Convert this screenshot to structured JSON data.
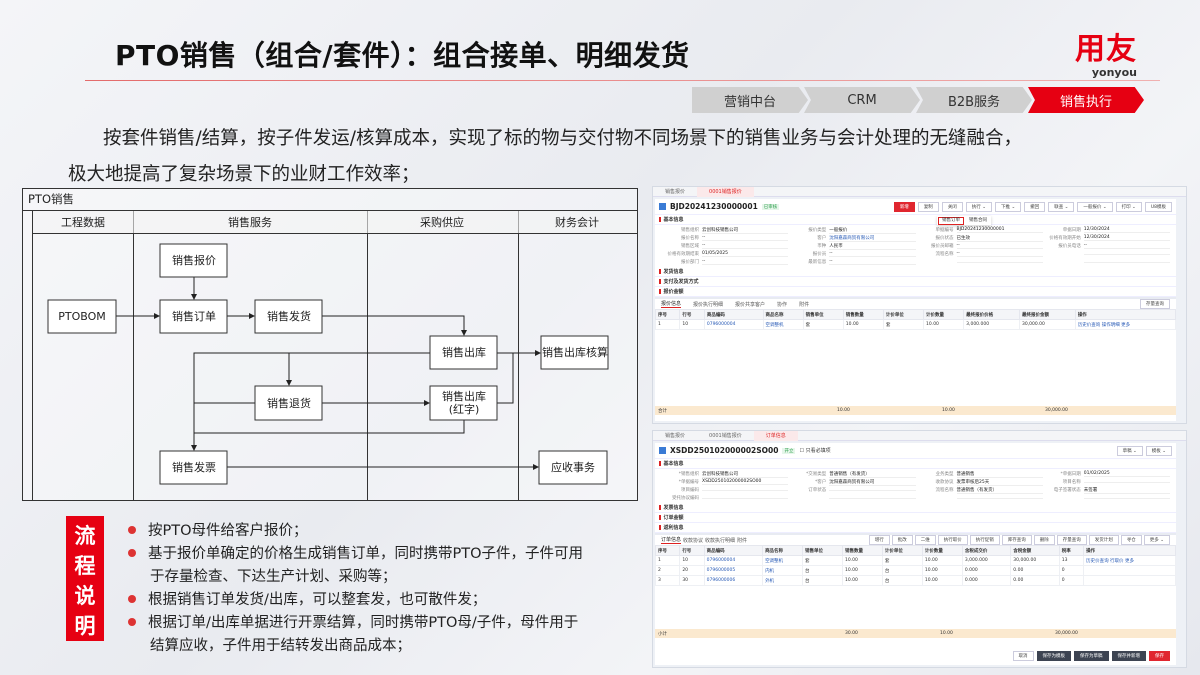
{
  "title": "PTO销售（组合/套件）：组合接单、明细发货",
  "logo": {
    "cn": "用友",
    "en": "yonyou"
  },
  "nav_tabs": [
    {
      "label": "营销中台",
      "active": false
    },
    {
      "label": "CRM",
      "active": false
    },
    {
      "label": "B2B服务",
      "active": false
    },
    {
      "label": "销售执行",
      "active": true
    }
  ],
  "intro": [
    "按套件销售/结算，按子件发运/核算成本，实现了标的物与交付物不同场景下的销售业务与会计处理的无缝融合，",
    "极大地提高了复杂场景下的业财工作效率；"
  ],
  "flow": {
    "title": "PTO销售",
    "lanes": [
      "工程数据",
      "销售服务",
      "采购供应",
      "财务会计"
    ],
    "nodes": {
      "ptobom": "PTOBOM",
      "quote": "销售报价",
      "order": "销售订单",
      "ship": "销售发货",
      "out": "销售出库",
      "out_cost": "销售出库核算",
      "ret": "销售退货",
      "out_red_1": "销售出库",
      "out_red_2": "(红字)",
      "invoice": "销售发票",
      "ar": "应收事务"
    }
  },
  "process": {
    "label": [
      "流",
      "程",
      "说",
      "明"
    ],
    "bullets": [
      [
        "按PTO母件给客户报价；"
      ],
      [
        "基于报价单确定的价格生成销售订单，同时携带PTO子件，子件可用",
        "于存量检查、下达生产计划、采购等；"
      ],
      [
        "根据销售订单发货/出库，可以整套发，也可散件发；"
      ],
      [
        "根据订单/出库单据进行开票结算，同时携带PTO母/子件，母件用于",
        "结算应收，子件用于结转发出商品成本；"
      ]
    ]
  },
  "quote_screen": {
    "tabs": [
      {
        "label": "销售报价",
        "active": false
      },
      {
        "label": "0001销售报价",
        "active": true
      }
    ],
    "doc_no": "BJD20241230000001",
    "status": "已审核",
    "buttons": [
      "新增",
      "复制",
      "关闭",
      "执行 ⌄",
      "下推 ⌄",
      "撤回",
      "联查 ⌄",
      "一般报价 ⌄",
      "打印 ⌄",
      "U8模板"
    ],
    "push_menu": [
      "销售订单",
      "销售合同"
    ],
    "section_basic": "基本信息",
    "fields": [
      {
        "k": "销售组织",
        "v": "云创科技销售公司"
      },
      {
        "k": "报价类型",
        "v": "一般报价"
      },
      {
        "k": "单据编号",
        "v": "BJD20241230000001"
      },
      {
        "k": "单据日期",
        "v": "12/30/2024"
      },
      {
        "k": "报价名称",
        "v": "--"
      },
      {
        "k": "客户",
        "v": "沈阳嘉森商贸有限公司",
        "link": true
      },
      {
        "k": "报价状态",
        "v": "已生效"
      },
      {
        "k": "价格有效期开始",
        "v": "12/30/2024"
      },
      {
        "k": "销售区域",
        "v": "--"
      },
      {
        "k": "币种",
        "v": "人民币"
      },
      {
        "k": "报价员邮箱",
        "v": "--"
      },
      {
        "k": "报价员电话",
        "v": "--"
      },
      {
        "k": "价格有效期结束",
        "v": "01/05/2025"
      },
      {
        "k": "报价员",
        "v": "--"
      },
      {
        "k": "流程名称",
        "v": "--"
      },
      {
        "k": "",
        "v": ""
      },
      {
        "k": "报价部门",
        "v": "--"
      },
      {
        "k": "最新信息",
        "v": "--"
      },
      {
        "k": "",
        "v": ""
      },
      {
        "k": "",
        "v": ""
      }
    ],
    "sections": [
      "发货信息",
      "支付及发货方式",
      "报价金额"
    ],
    "detail_tabs": [
      "报价信息",
      "报价执行明细",
      "报价共享客户",
      "协作",
      "附件"
    ],
    "stock_btn": "存量查询",
    "columns": [
      "序号",
      "行号",
      "商品编码",
      "商品名称",
      "销售单位",
      "销售数量",
      "计价单位",
      "计价数量",
      "最终报价价格",
      "最终报价金额",
      "操作"
    ],
    "rows": [
      [
        "1",
        "10",
        "0796000004",
        "空调整机",
        "套",
        "10.00",
        "套",
        "10.00",
        "3,000.000",
        "30,000.00",
        "历史价查询 操作明细 更多"
      ]
    ],
    "total": {
      "label": "合计",
      "qty": "10.00",
      "price_qty": "10.00",
      "amount": "30,000.00"
    }
  },
  "order_screen": {
    "tabs": [
      {
        "label": "销售报价",
        "active": false
      },
      {
        "label": "0001销售报价",
        "active": false
      },
      {
        "label": "订单信息",
        "active": true
      }
    ],
    "doc_no": "XSDD250102000002SO00",
    "status": "开立",
    "required_only": "只看必填项",
    "head_buttons": [
      "草稿 ⌄",
      "模板 ⌄"
    ],
    "section_basic": "基本信息",
    "fields": [
      {
        "k": "*销售组织",
        "v": "云创科技销售公司"
      },
      {
        "k": "*交易类型",
        "v": "普通销售（有发货）"
      },
      {
        "k": "业务类型",
        "v": "普通销售"
      },
      {
        "k": "*单据日期",
        "v": "01/02/2025"
      },
      {
        "k": "*单据编号",
        "v": "XSDD250102000002SO00"
      },
      {
        "k": "*客户",
        "v": "沈阳嘉森商贸有限公司"
      },
      {
        "k": "收款协议",
        "v": "发票审核后25天"
      },
      {
        "k": "项目名称",
        "v": ""
      },
      {
        "k": "项目编码",
        "v": ""
      },
      {
        "k": "订单状态",
        "v": ""
      },
      {
        "k": "流程名称",
        "v": "普通销售（有发货）"
      },
      {
        "k": "电子签署状态",
        "v": "未签署"
      },
      {
        "k": "受托协议编码",
        "v": ""
      },
      {
        "k": "",
        "v": ""
      },
      {
        "k": "",
        "v": ""
      },
      {
        "k": "",
        "v": ""
      }
    ],
    "sections": [
      "发票信息",
      "订单金额",
      "返利信息"
    ],
    "detail_tabs": [
      "订单信息",
      "收款协议",
      "收款执行明细",
      "附件"
    ],
    "row_buttons": [
      "增行",
      "批改",
      "二维",
      "执行取价",
      "执行促销",
      "库存查询",
      "删除",
      "存量查询",
      "发货计划",
      "寻仓",
      "更多 ⌄"
    ],
    "columns": [
      "序号",
      "行号",
      "商品编码",
      "商品名称",
      "销售单位",
      "销售数量",
      "计价单位",
      "计价数量",
      "含税成交价",
      "含税金额",
      "税率",
      "操作"
    ],
    "rows": [
      [
        "1",
        "10",
        "0796000004",
        "空调整机",
        "套",
        "10.00",
        "套",
        "10.00",
        "3,000.000",
        "30,000.00",
        "13",
        "历史价查询 行取价 更多"
      ],
      [
        "2",
        "20",
        "0796000005",
        "内机",
        "台",
        "10.00",
        "台",
        "10.00",
        "0.000",
        "0.00",
        "0",
        ""
      ],
      [
        "3",
        "30",
        "0796000006",
        "外机",
        "台",
        "10.00",
        "台",
        "10.00",
        "0.000",
        "0.00",
        "0",
        ""
      ]
    ],
    "total": {
      "label": "小计",
      "qty": "30.00",
      "price_qty": "10.00",
      "amount": "30,000.00"
    },
    "footer_buttons": [
      "取消",
      "保存为模板",
      "保存为草稿",
      "保存并新增",
      "保存"
    ]
  }
}
